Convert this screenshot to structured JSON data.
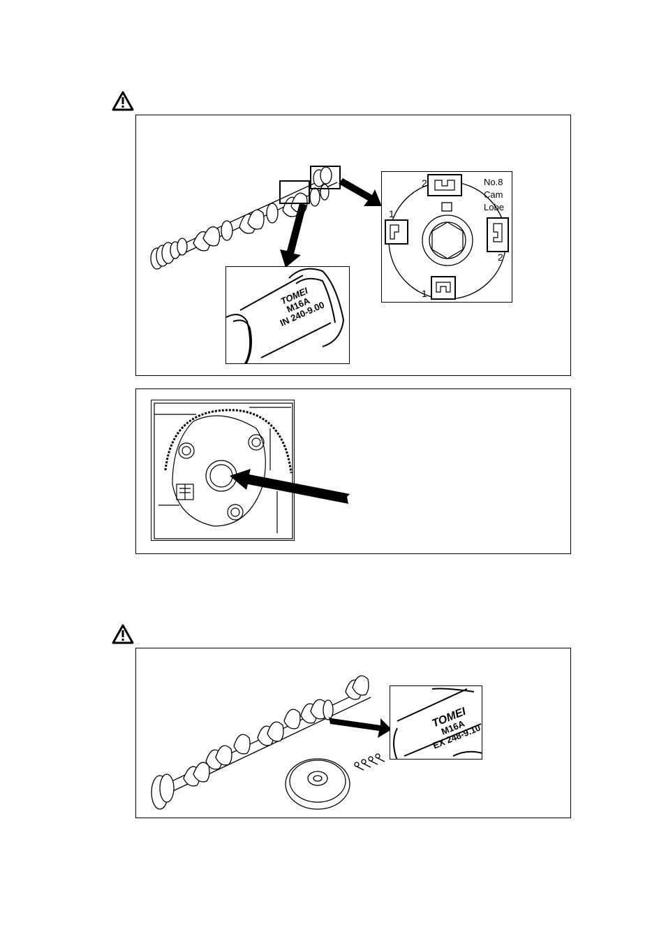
{
  "warnings": [
    {
      "icon": "warning-triangle-icon"
    },
    {
      "icon": "warning-triangle-icon"
    }
  ],
  "intake_figure": {
    "sprocket_callouts": [
      "1",
      "2",
      "1",
      "2"
    ],
    "cam_lobe_label": [
      "No.8",
      "Cam",
      "Lobe"
    ],
    "stamp_brand": "TOMEI",
    "stamp_model": "M16A",
    "stamp_spec": "IN 240-9.00"
  },
  "exhaust_figure": {
    "stamp_brand": "TOMEI",
    "stamp_model": "M16A",
    "stamp_spec": "EX 248-9.10"
  }
}
